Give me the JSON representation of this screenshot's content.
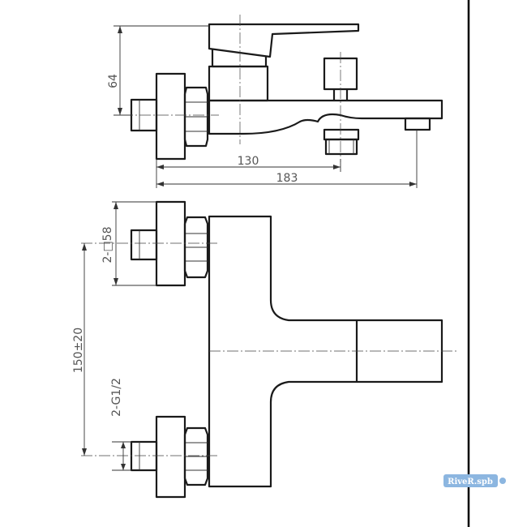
{
  "drawing": {
    "dimensions": {
      "height_top": "64",
      "length_short": "130",
      "length_long": "183",
      "square_label": "2-□58",
      "spacing_label": "150±20",
      "thread_label": "2-G1/2"
    },
    "watermark": {
      "text": "RiveR.spb"
    },
    "colors": {
      "line": "#1a1a1a",
      "watermark": "#8cb6e0"
    }
  }
}
